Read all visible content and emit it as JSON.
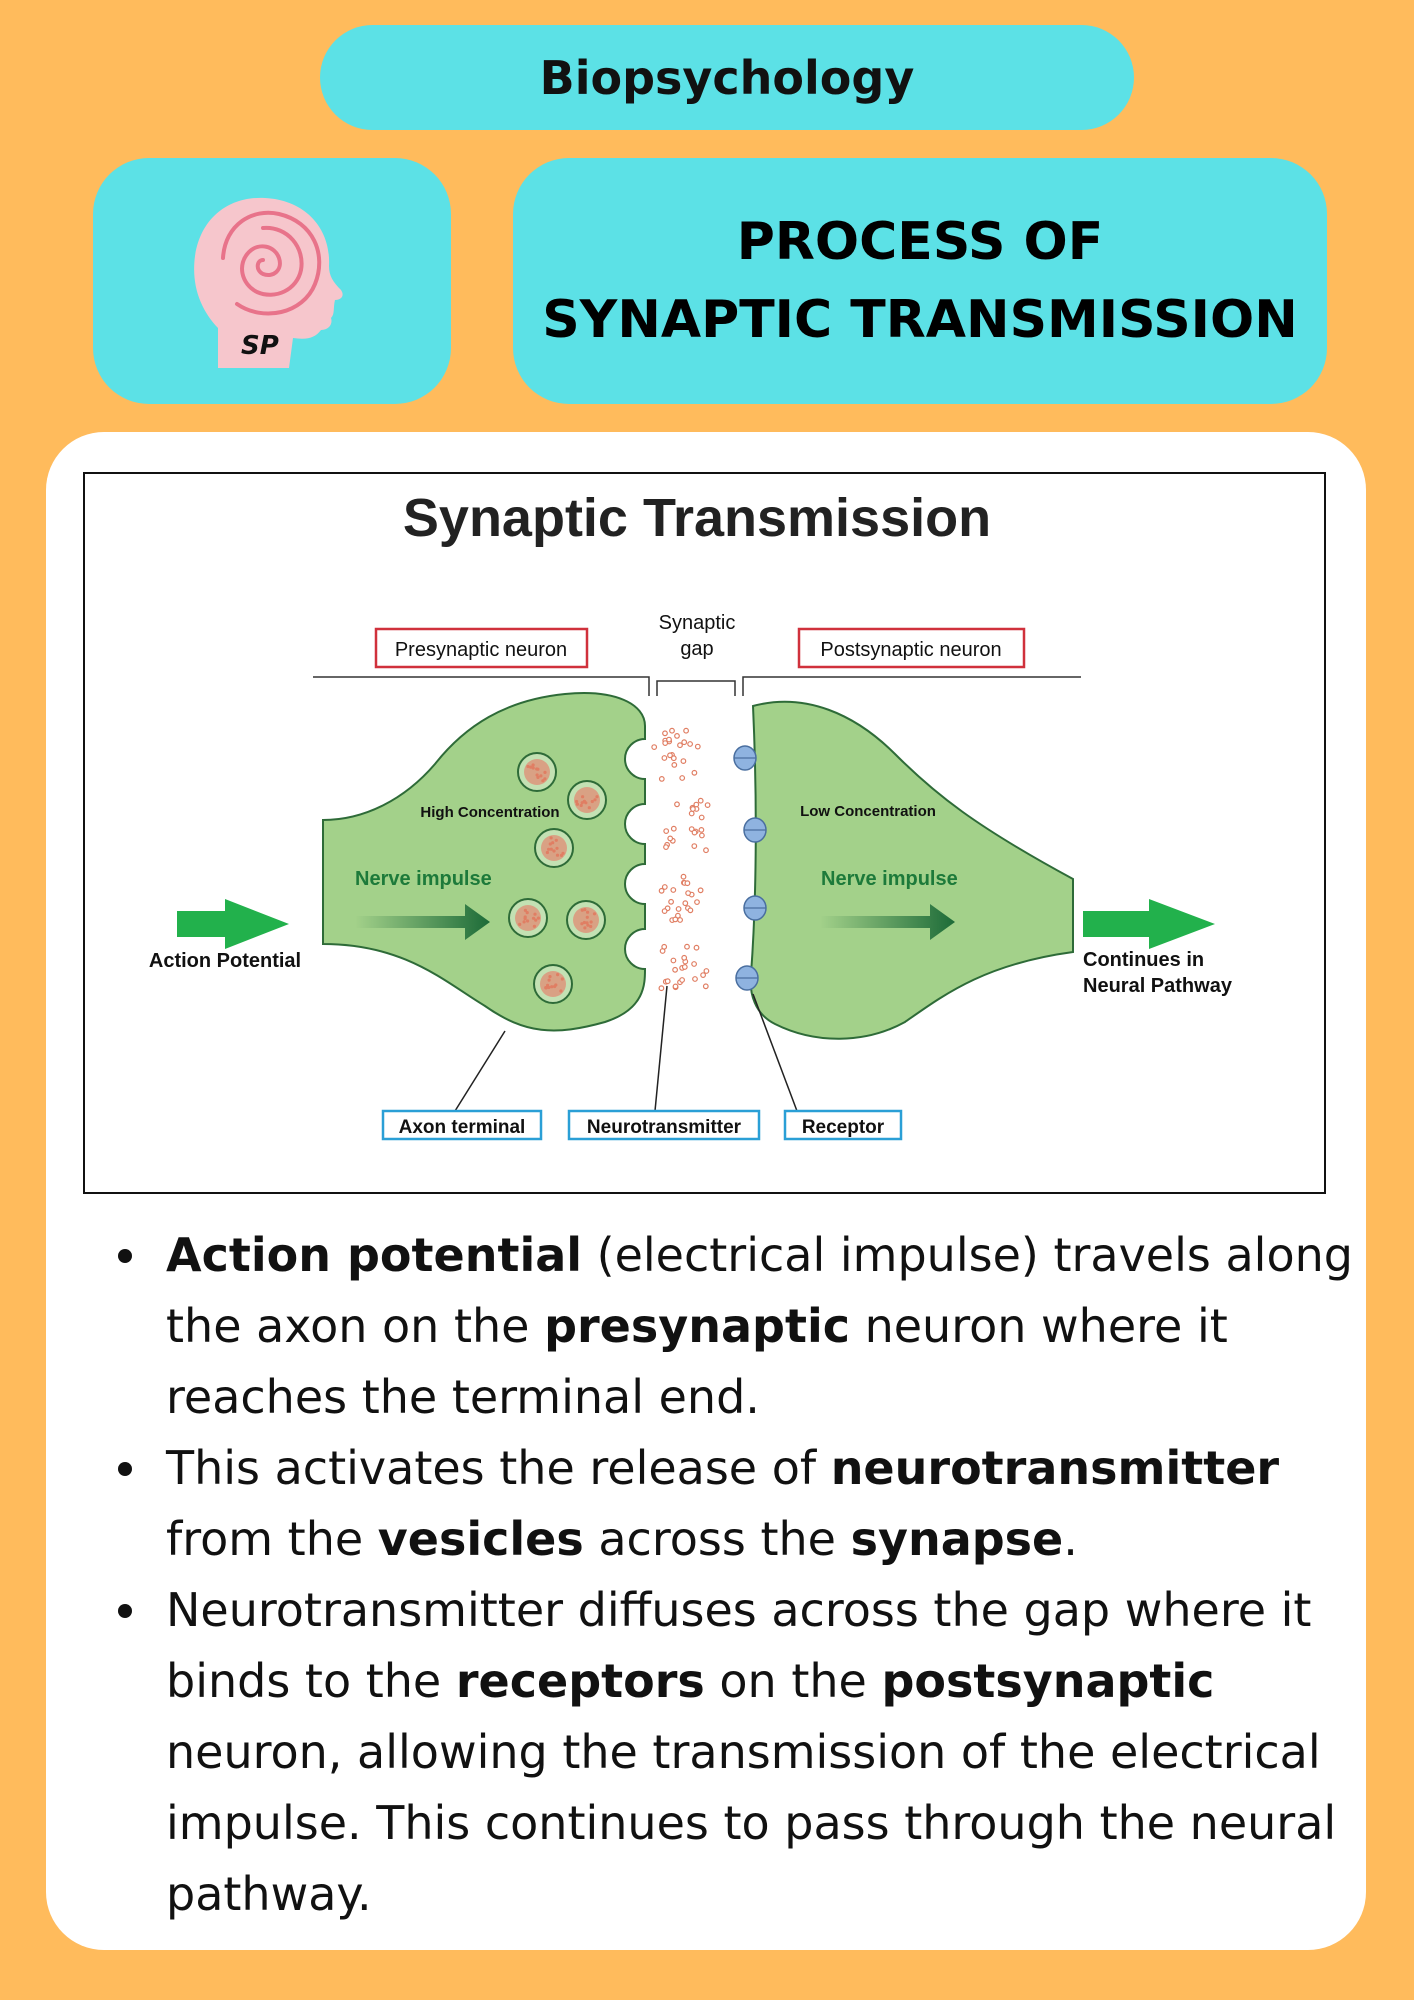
{
  "header": {
    "subject": "Biopsychology"
  },
  "logo": {
    "initials": "SP"
  },
  "title": {
    "line1": "PROCESS OF",
    "line2": "SYNAPTIC TRANSMISSION"
  },
  "diagram": {
    "title": "Synaptic Transmission",
    "presynaptic_label": "Presynaptic neuron",
    "postsynaptic_label": "Postsynaptic neuron",
    "gap_label_line1": "Synaptic",
    "gap_label_line2": "gap",
    "high_concentration": "High Concentration",
    "low_concentration": "Low Concentration",
    "nerve_impulse_left": "Nerve impulse",
    "nerve_impulse_right": "Nerve impulse",
    "action_potential": "Action Potential",
    "continues_line1": "Continues in",
    "continues_line2": "Neural Pathway",
    "axon_terminal": "Axon terminal",
    "neurotransmitter": "Neurotransmitter",
    "receptor": "Receptor",
    "colors": {
      "neuron_fill": "#a3d18a",
      "neuron_stroke": "#2e6b38",
      "arrow_green": "#22b14c",
      "impulse_dark": "#1d6b38",
      "vesicle_fill": "#d9a184",
      "dot": "#e07e63",
      "receptor": "#8fb3e0",
      "red_box": "#d0313c",
      "blue_box": "#2a9fd6"
    }
  },
  "bullets": [
    [
      {
        "text": "Action potential",
        "bold": true
      },
      {
        "text": " (electrical impulse) travels along the axon on the ",
        "bold": false
      },
      {
        "text": "presynaptic",
        "bold": true
      },
      {
        "text": " neuron where it reaches the terminal end.",
        "bold": false
      }
    ],
    [
      {
        "text": "This activates the release of ",
        "bold": false
      },
      {
        "text": "neurotransmitter",
        "bold": true
      },
      {
        "text": " from the ",
        "bold": false
      },
      {
        "text": "vesicles",
        "bold": true
      },
      {
        "text": " across the ",
        "bold": false
      },
      {
        "text": "synapse",
        "bold": true
      },
      {
        "text": ".",
        "bold": false
      }
    ],
    [
      {
        "text": "Neurotransmitter diffuses across the gap where it binds to the ",
        "bold": false
      },
      {
        "text": "receptors",
        "bold": true
      },
      {
        "text": " on the ",
        "bold": false
      },
      {
        "text": "postsynaptic",
        "bold": true
      },
      {
        "text": " neuron, allowing the transmission of the electrical impulse. This continues to pass through the neural pathway.",
        "bold": false
      }
    ]
  ],
  "icons": [
    "head-spiral-icon",
    "arrow-right-icon"
  ]
}
